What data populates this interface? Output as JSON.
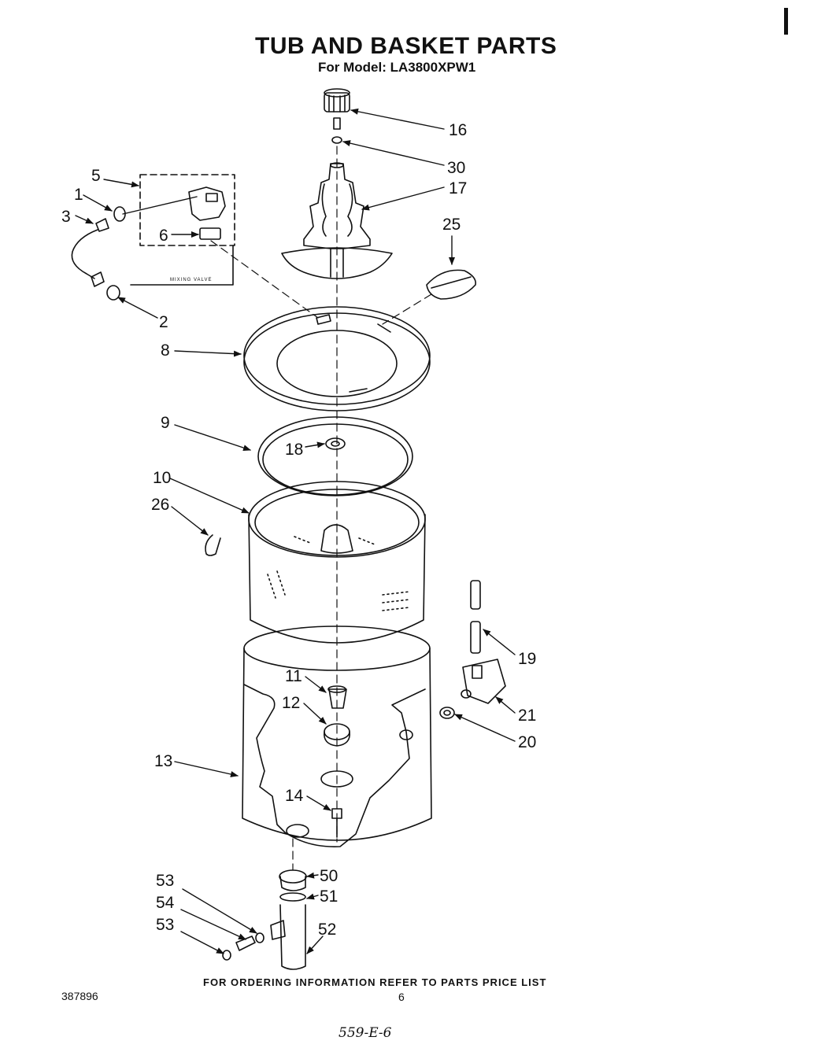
{
  "header": {
    "title": "TUB AND BASKET PARTS",
    "subtitle": "For Model: LA3800XPW1"
  },
  "diagram": {
    "inset_label": "MIXING VALVE",
    "callouts": {
      "c1": "1",
      "c2": "2",
      "c3": "3",
      "c5": "5",
      "c6": "6",
      "c8": "8",
      "c9": "9",
      "c10": "10",
      "c11": "11",
      "c12": "12",
      "c13": "13",
      "c14": "14",
      "c16": "16",
      "c17": "17",
      "c18": "18",
      "c19": "19",
      "c20": "20",
      "c21": "21",
      "c25": "25",
      "c26": "26",
      "c30": "30",
      "c50": "50",
      "c51": "51",
      "c52": "52",
      "c53a": "53",
      "c54": "54",
      "c53b": "53"
    }
  },
  "footer": {
    "note": "FOR ORDERING INFORMATION REFER TO PARTS PRICE LIST",
    "doc_number": "387896",
    "page_number": "6",
    "handwritten": "559-E-6"
  }
}
